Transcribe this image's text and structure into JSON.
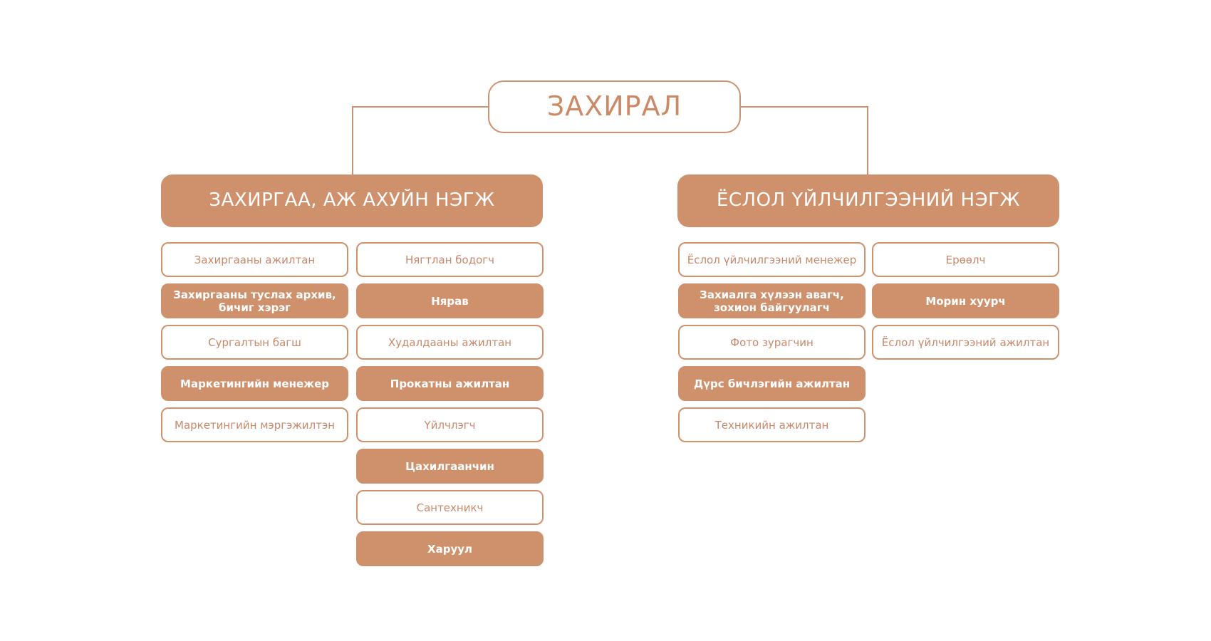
{
  "colors": {
    "accent": "#cf916c",
    "accent_text": "#c8896a",
    "background": "#ffffff"
  },
  "root": {
    "label": "ЗАХИРАЛ"
  },
  "units": [
    {
      "label": "ЗАХИРГАА, АЖ АХУЙН НЭГЖ",
      "columns": [
        [
          {
            "label": "Захиргааны ажилтан",
            "style": "outline"
          },
          {
            "label": "Захиргааны туслах архив, бичиг хэрэг",
            "style": "filled"
          },
          {
            "label": "Сургалтын багш",
            "style": "outline"
          },
          {
            "label": "Маркетингийн менежер",
            "style": "filled"
          },
          {
            "label": "Маркетингийн мэргэжилтэн",
            "style": "outline"
          }
        ],
        [
          {
            "label": "Нягтлан бодогч",
            "style": "outline"
          },
          {
            "label": "Нярав",
            "style": "filled"
          },
          {
            "label": "Худалдааны ажилтан",
            "style": "outline"
          },
          {
            "label": "Прокатны ажилтан",
            "style": "filled"
          },
          {
            "label": "Үйлчлэгч",
            "style": "outline"
          },
          {
            "label": "Цахилгаанчин",
            "style": "filled"
          },
          {
            "label": "Сантехникч",
            "style": "outline"
          },
          {
            "label": "Харуул",
            "style": "filled"
          }
        ]
      ]
    },
    {
      "label": "ЁСЛОЛ ҮЙЛЧИЛГЭЭНИЙ НЭГЖ",
      "columns": [
        [
          {
            "label": "Ёслол үйлчилгээний менежер",
            "style": "outline"
          },
          {
            "label": "Захиалга хүлээн авагч, зохион байгуулагч",
            "style": "filled"
          },
          {
            "label": "Фото зурагчин",
            "style": "outline"
          },
          {
            "label": "Дүрс бичлэгийн ажилтан",
            "style": "filled"
          },
          {
            "label": "Техникийн ажилтан",
            "style": "outline"
          }
        ],
        [
          {
            "label": "Ерөөлч",
            "style": "outline"
          },
          {
            "label": "Морин хуурч",
            "style": "filled"
          },
          {
            "label": "Ёслол үйлчилгээний ажилтан",
            "style": "outline"
          }
        ]
      ]
    }
  ]
}
